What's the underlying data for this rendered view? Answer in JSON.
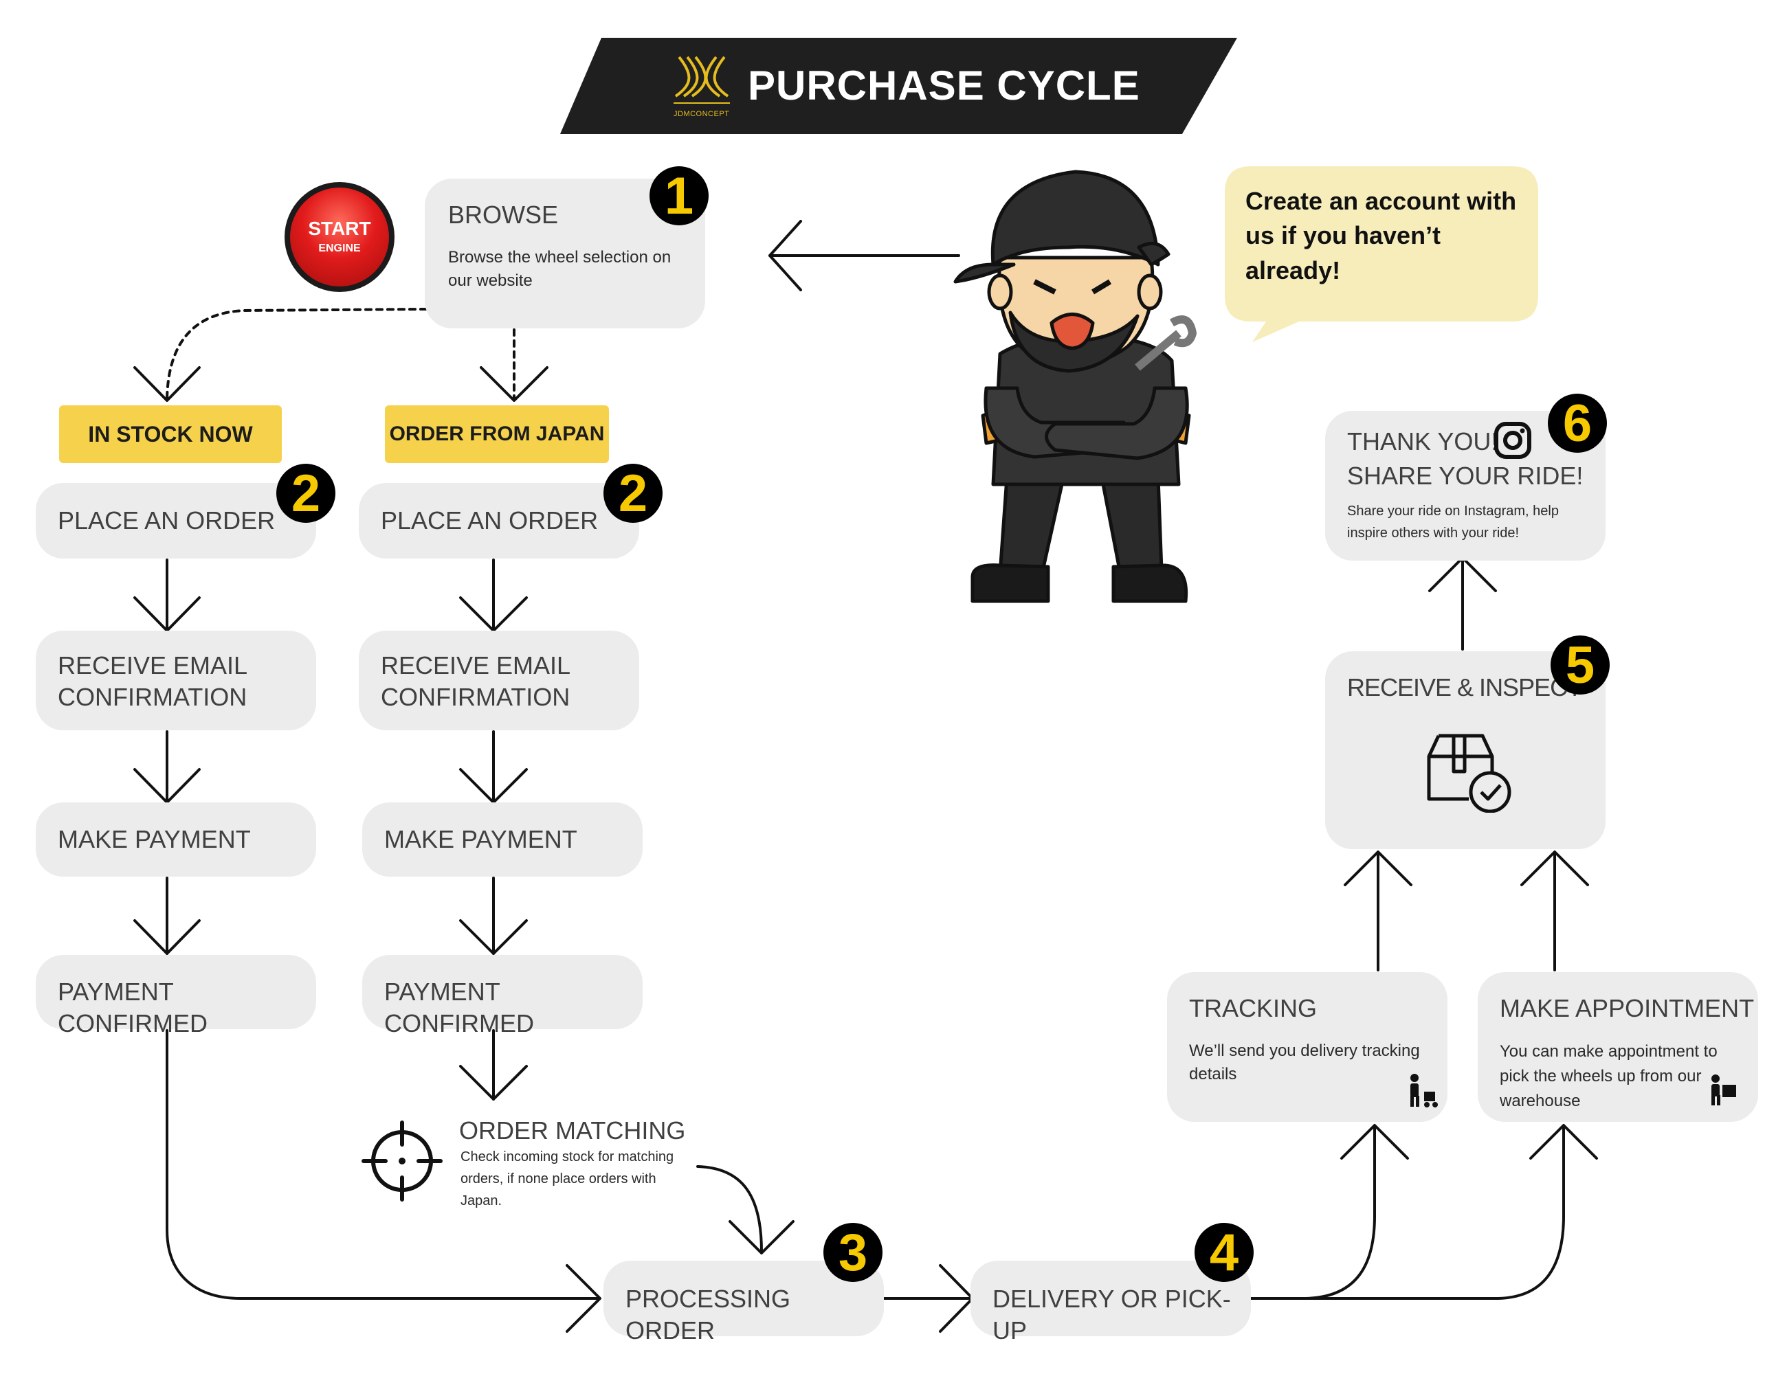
{
  "header": {
    "title": "PURCHASE CYCLE",
    "logo_text": "JDMCONCEPT"
  },
  "start_button": {
    "line1": "START",
    "line2": "ENGINE"
  },
  "speech_bubble": {
    "text": "Create an account with us if you haven’t already!"
  },
  "browse": {
    "badge": "1",
    "title": "BROWSE",
    "desc": "Browse the wheel selection on our website"
  },
  "branches": [
    {
      "label": "IN STOCK NOW"
    },
    {
      "label": "ORDER FROM JAPAN"
    }
  ],
  "steps": {
    "badge": "2",
    "place_order": "PLACE AN ORDER",
    "receive_email": "RECEIVE EMAIL CONFIRMATION",
    "make_payment": "MAKE PAYMENT",
    "payment_confirmed": "PAYMENT CONFIRMED"
  },
  "order_matching": {
    "title": "ORDER MATCHING",
    "desc": "Check incoming stock for matching orders, if none place orders with Japan."
  },
  "processing": {
    "badge": "3",
    "title": "PROCESSING ORDER"
  },
  "delivery": {
    "badge": "4",
    "title": "DELIVERY OR PICK-UP"
  },
  "tracking": {
    "title": "TRACKING",
    "desc": "We’ll send you delivery tracking details"
  },
  "appointment": {
    "title": "MAKE APPOINTMENT",
    "desc": "You can make appointment to pick the wheels up from our warehouse"
  },
  "receive_inspect": {
    "badge": "5",
    "title": "RECEIVE & INSPECT"
  },
  "thank_you": {
    "badge": "6",
    "title_line1": "THANK YOU!",
    "title_line2": "SHARE YOUR RIDE!",
    "desc": "Share your ride on Instagram, help inspire others with your ride!"
  },
  "colors": {
    "accent": "#f6d24c",
    "badge_text": "#f6c900",
    "box": "#ececec",
    "bubble": "#f6edbb",
    "start_red": "#e11b1b"
  }
}
